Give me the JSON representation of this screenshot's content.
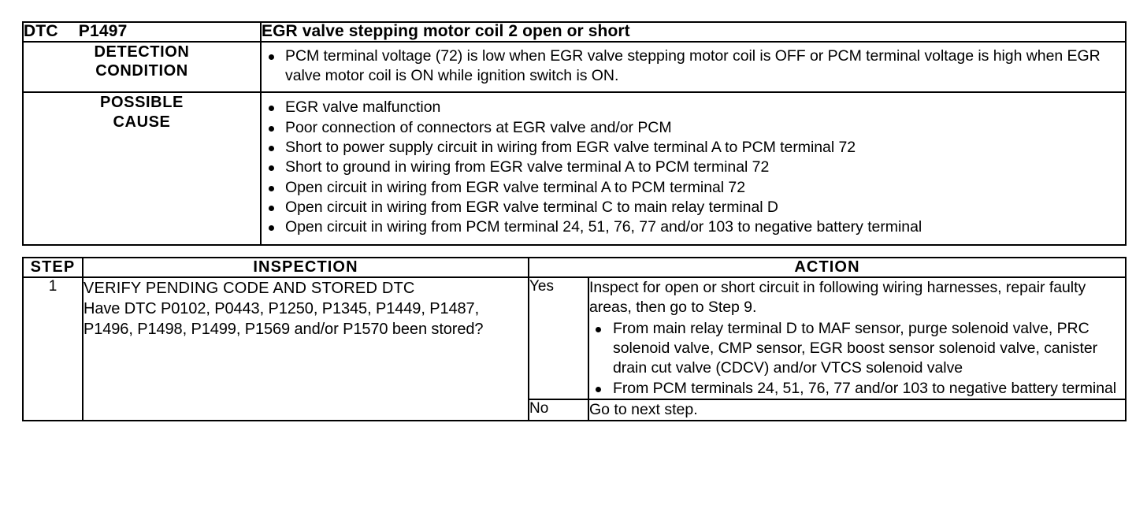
{
  "document": {
    "type": "automotive-diagnostic-trouble-code-table"
  },
  "dtc_header": {
    "label": "DTC",
    "code": "P1497",
    "title": "EGR valve stepping motor coil 2 open or short"
  },
  "detection": {
    "label_line1": "DETECTION",
    "label_line2": "CONDITION",
    "bullets": [
      "PCM terminal voltage (72) is low when EGR valve stepping motor coil is OFF or PCM terminal voltage is high when EGR valve motor coil is ON while ignition switch is ON."
    ]
  },
  "possible_cause": {
    "label_line1": "POSSIBLE",
    "label_line2": "CAUSE",
    "bullets": [
      "EGR valve malfunction",
      "Poor connection of connectors at EGR valve and/or PCM",
      "Short to power supply circuit in wiring from EGR valve terminal A to PCM terminal 72",
      "Short to ground in wiring from EGR valve terminal A to PCM terminal 72",
      "Open circuit in wiring from EGR valve terminal A to PCM terminal 72",
      "Open circuit in wiring from EGR valve terminal C to main relay terminal D",
      "Open circuit in wiring from PCM terminal 24, 51, 76, 77 and/or 103 to negative battery terminal"
    ]
  },
  "steps_table": {
    "columns": {
      "step": "STEP",
      "inspection": "INSPECTION",
      "action": "ACTION"
    },
    "rows": [
      {
        "step": "1",
        "inspection_heading": "VERIFY PENDING CODE AND STORED DTC",
        "inspection_text": "Have DTC P0102, P0443, P1250, P1345, P1449, P1487, P1496, P1498, P1499, P1569 and/or P1570 been stored?",
        "results": [
          {
            "answer": "Yes",
            "lead": "Inspect for open or short circuit in following wiring harnesses, repair faulty areas, then go to Step 9.",
            "bullets": [
              "From main relay terminal D to MAF sensor, purge solenoid valve, PRC solenoid valve, CMP sensor, EGR boost sensor solenoid valve, canister drain cut valve (CDCV) and/or VTCS solenoid valve",
              "From PCM terminals 24, 51, 76, 77 and/or 103 to negative battery terminal"
            ]
          },
          {
            "answer": "No",
            "lead": "Go to next step.",
            "bullets": []
          }
        ]
      }
    ]
  }
}
